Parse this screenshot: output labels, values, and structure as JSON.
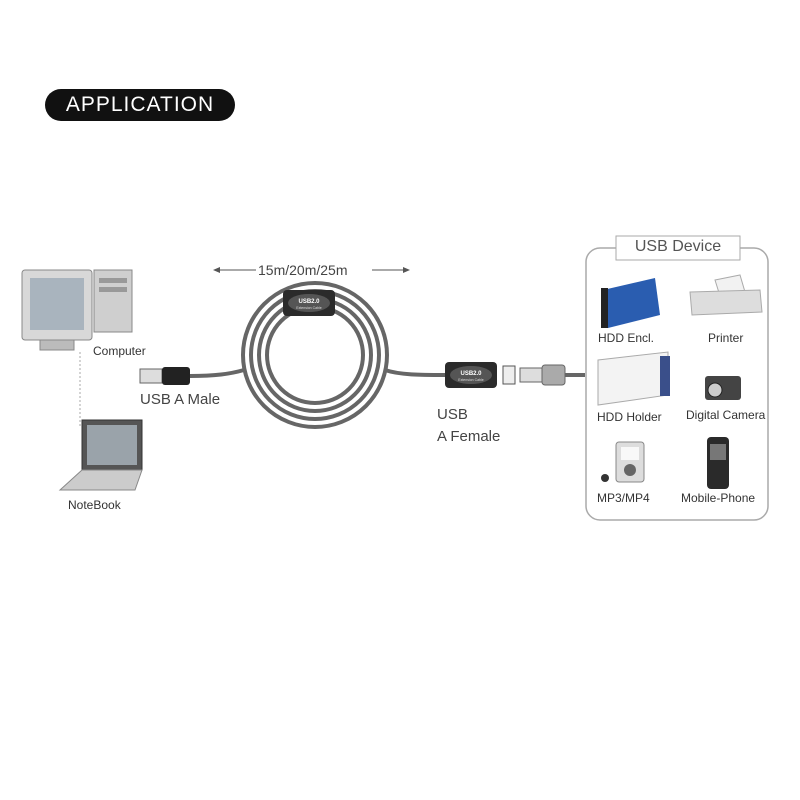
{
  "title": "APPLICATION",
  "hosts": {
    "computer": "Computer",
    "notebook": "NoteBook"
  },
  "cable": {
    "length": "15m/20m/25m",
    "box_title": "USB2.0",
    "box_subtitle": "Extension Cable",
    "male_label": "USB A Male",
    "female_label_line1": "USB",
    "female_label_line2": "A Female"
  },
  "devices": {
    "title": "USB Device",
    "items": [
      "HDD Encl.",
      "Printer",
      "HDD Holder",
      "Digital Camera",
      "MP3/MP4",
      "Mobile-Phone"
    ]
  }
}
